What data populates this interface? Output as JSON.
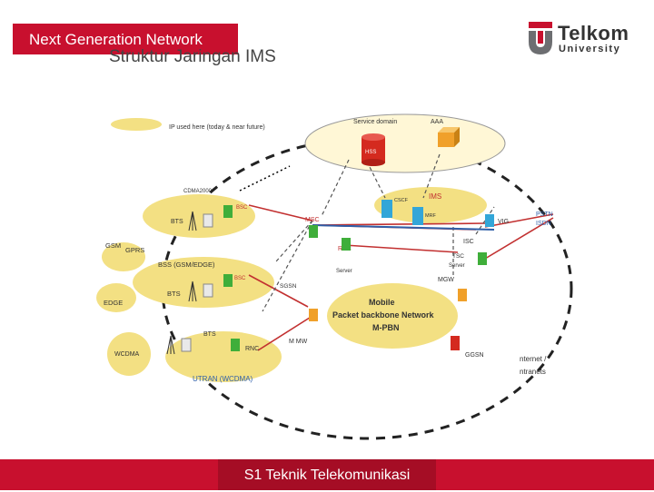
{
  "header": {
    "tag": "Next Generation Network",
    "title": "Struktur Jaringan IMS"
  },
  "logo": {
    "name": "Telkom",
    "sub": "University"
  },
  "diagram": {
    "legend_text": "IP used here (today & near future)",
    "service_domain": "Service domain",
    "aaa": "AAA",
    "hss": "HSS",
    "ims": "IMS",
    "cscf": "CSCF",
    "mrf": "MRF",
    "cdma2000": "CDMA2000",
    "bts_cdma": "BTS",
    "bsc_cdma": "BSC",
    "gsm": "GSM",
    "gprs": "GPRS",
    "edge": "EDGE",
    "bss": "BSS (GSM/EDGE)",
    "bts_bss": "BTS",
    "bsc_bss": "BSC",
    "wcdma": "WCDMA",
    "bts_utran": "BTS",
    "rnc": "RNC",
    "utran": "UTRAN (WCDMA)",
    "msc": "MSC",
    "rsc": "RSC",
    "server": "Server",
    "sgsn": "SGSN",
    "mobile": "Mobile",
    "backbone": "Packet backbone Network",
    "mpbn": "M-PBN",
    "mmw": "M MW",
    "mgw": "MGW",
    "vig": "VIG",
    "isc": "ISC",
    "tsc": "TSC",
    "tsc_server": "Server",
    "pstn": "PSTN",
    "isdn": "ISDN",
    "ggsn": "GGSN",
    "internet": "nternet /",
    "intranets": "ntranets"
  },
  "footer": {
    "text": "S1 Teknik Telekomunikasi"
  },
  "colors": {
    "brand_red": "#c8102e",
    "ellipse_yellow": "#f3e083",
    "node_green": "#3fae3a",
    "node_cyan": "#33a6d8",
    "node_orange": "#f0a02a",
    "node_red": "#d42a1f"
  }
}
